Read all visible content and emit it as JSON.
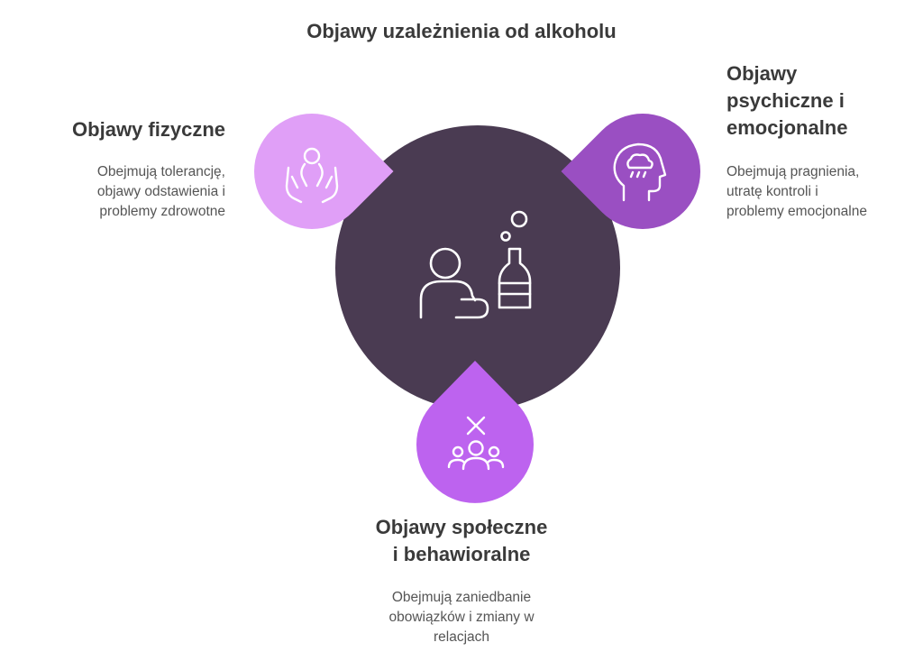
{
  "title": "Objawy uzależnienia od alkoholu",
  "colors": {
    "center": "#4a3b52",
    "physical": "#e09ff7",
    "psychological": "#9a4fc2",
    "social": "#bd63ef",
    "icon_stroke": "#ffffff"
  },
  "nodes": {
    "physical": {
      "icon": "hands-person-icon",
      "heading": [
        "Objawy fizyczne"
      ],
      "description": [
        "Obejmują tolerancję,",
        "objawy odstawienia i",
        "problemy zdrowotne"
      ]
    },
    "psychological": {
      "icon": "head-rain-cloud-icon",
      "heading": [
        "Objawy",
        "psychiczne i",
        "emocjonalne"
      ],
      "description": [
        "Obejmują pragnienia,",
        "utratę kontroli i",
        "problemy emocjonalne"
      ]
    },
    "social": {
      "icon": "group-cross-icon",
      "heading": [
        "Objawy społeczne",
        "i behawioralne"
      ],
      "description": [
        "Obejmują zaniedbanie",
        "obowiązków i zmiany w",
        "relacjach"
      ]
    },
    "center": {
      "icon": "person-alcohol-bottle-icon"
    }
  }
}
